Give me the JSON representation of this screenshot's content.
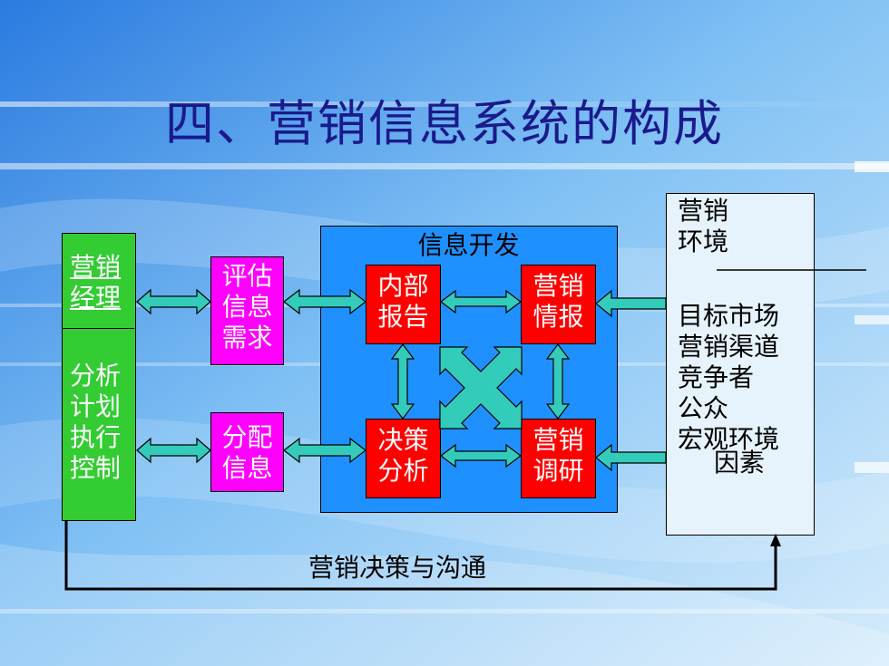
{
  "slide_title": "四、营销信息系统的构成",
  "manager": {
    "title_line1": "营销",
    "title_line2": "经理",
    "functions": [
      "分析",
      "计划",
      "执行",
      "控制"
    ]
  },
  "assess_box": [
    "评估",
    "信息",
    "需求"
  ],
  "distribute_box": [
    "分配",
    "信息"
  ],
  "info_dev": {
    "label": "信息开发",
    "internal_reports": [
      "内部",
      "报告"
    ],
    "marketing_intel": [
      "营销",
      "情报"
    ],
    "decision_analysis": [
      "决策",
      "分析"
    ],
    "marketing_research": [
      "营销",
      "调研"
    ]
  },
  "environment": {
    "title": [
      "营销",
      "环境"
    ],
    "items": [
      "目标市场",
      "营销渠道",
      "竞争者",
      "公众",
      "宏观环境"
    ],
    "last_line": "因素"
  },
  "feedback_label": "营销决策与沟通",
  "colors": {
    "title": "#1a1a8c",
    "manager_green": "#33cc33",
    "magenta": "#ff00ff",
    "red": "#ff0000",
    "info_dev_blue": "#1e90ff",
    "arrow_teal": "#33ccbb"
  }
}
